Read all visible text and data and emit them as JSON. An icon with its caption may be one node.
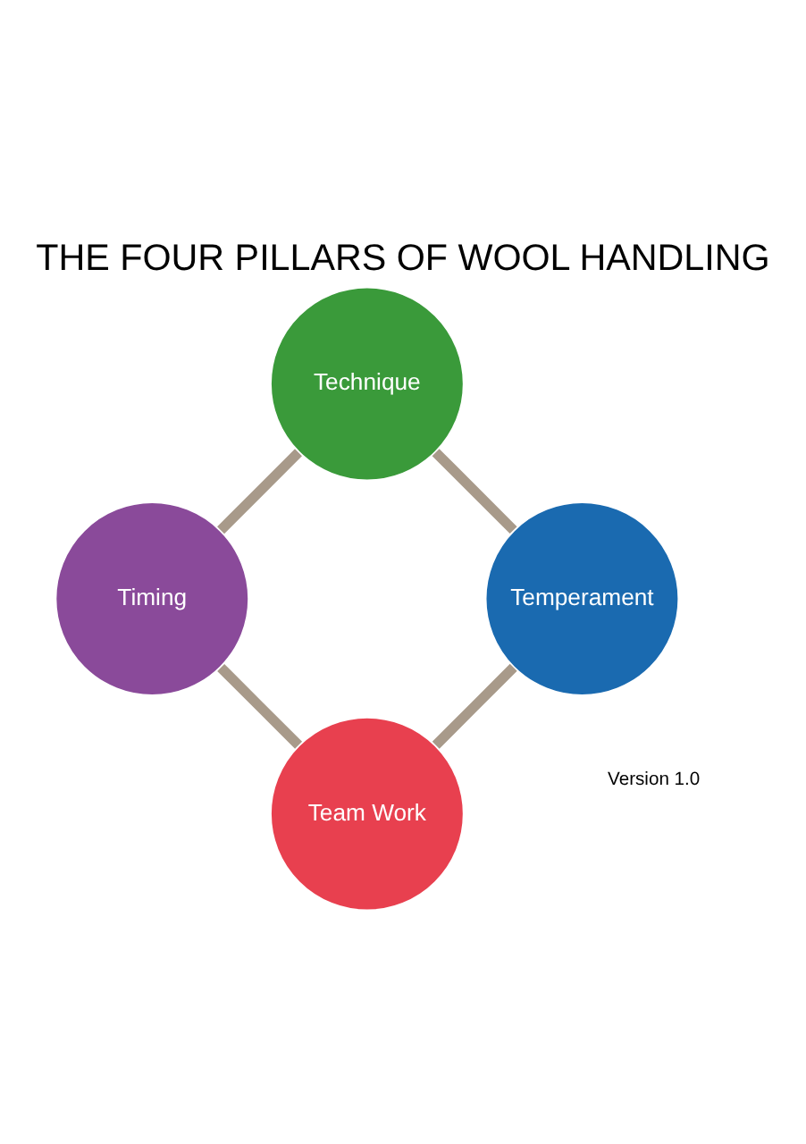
{
  "diagram": {
    "title": "THE FOUR PILLARS OF WOOL HANDLING",
    "nodes": [
      {
        "text": [
          "Team Work"
        ]
      },
      {
        "text": [
          "Temperament"
        ]
      },
      {
        "text": [
          "Timing"
        ]
      },
      {
        "text": [
          "Technique"
        ]
      }
    ],
    "edges": [
      {
        "from": 0,
        "to": 2,
        "arrow": "none"
      },
      {
        "from": 2,
        "to": 3,
        "arrow": "none"
      },
      {
        "from": 3,
        "to": 1,
        "arrow": "none"
      },
      {
        "from": 1,
        "to": 0,
        "arrow": "none"
      }
    ],
    "labels": [
      "Version 1.0"
    ]
  }
}
